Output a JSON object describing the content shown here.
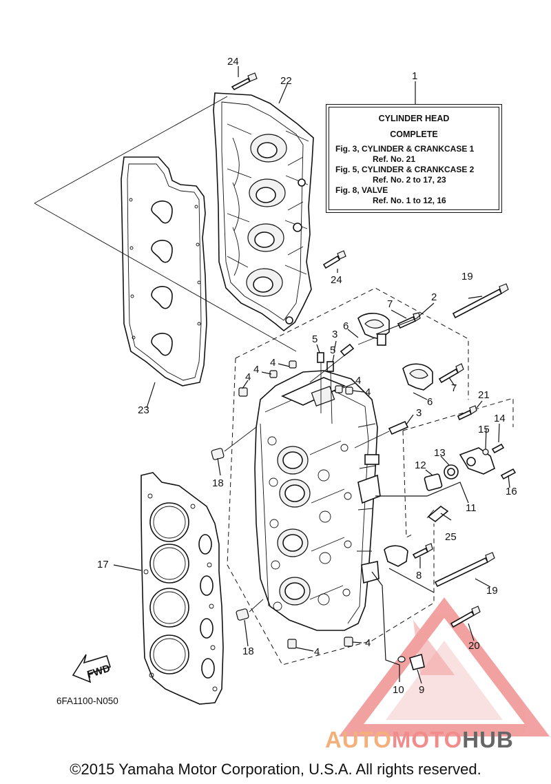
{
  "info_box": {
    "title_line1": "CYLINDER HEAD",
    "title_line2": "COMPLETE",
    "refs": [
      "Fig. 3, CYLINDER & CRANKCASE 1",
      "Ref. No. 21",
      "Fig. 5, CYLINDER & CRANKCASE 2",
      "Ref. No. 2 to 17, 23",
      "Fig. 8, VALVE",
      "Ref. No. 1 to 12, 16"
    ]
  },
  "callouts": [
    "1",
    "2",
    "3",
    "3",
    "4",
    "4",
    "4",
    "4",
    "4",
    "4",
    "4",
    "5",
    "5",
    "6",
    "6",
    "7",
    "7",
    "8",
    "9",
    "10",
    "11",
    "12",
    "13",
    "14",
    "15",
    "16",
    "17",
    "18",
    "18",
    "19",
    "19",
    "20",
    "21",
    "22",
    "23",
    "24",
    "24",
    "25"
  ],
  "fwd_label": "FWD",
  "diagram_code": "6FA1100-N050",
  "copyright": "©2015 Yamaha Motor Corporation, U.S.A. All rights reserved.",
  "watermark": {
    "part1": "AUTO",
    "part2": "MOTO",
    "part3": "HUB"
  },
  "colors": {
    "line": "#111111",
    "watermark_red": "#e85555",
    "watermark_orange": "#f4b07a"
  }
}
